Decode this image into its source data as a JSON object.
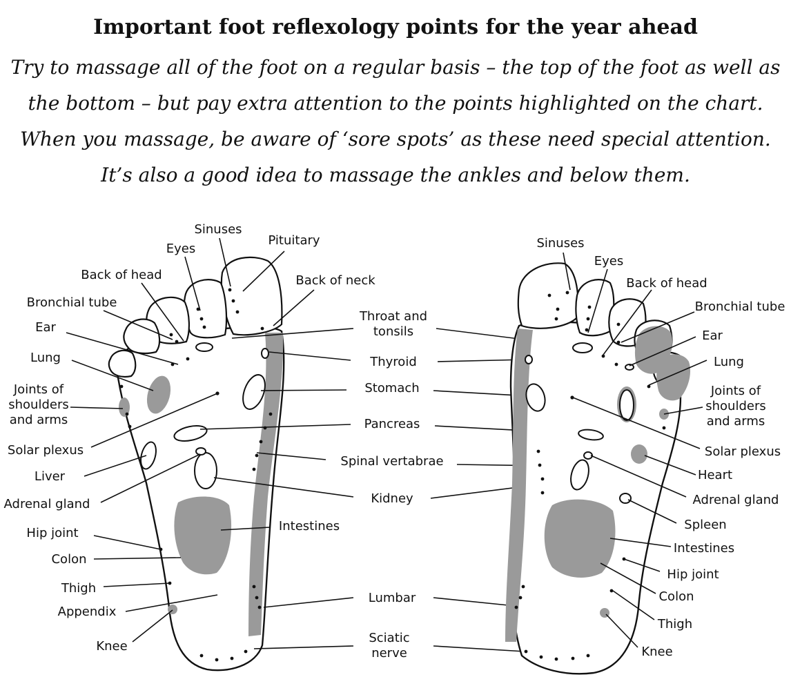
{
  "title": "Important foot reflexology points for the year ahead",
  "intro": {
    "line1": "Try to massage all of the foot on a regular basis – the top of the foot as well as",
    "line2": "the bottom – but pay extra attention to the points highlighted on the chart.",
    "line3": "When you massage, be aware of ‘sore spots’ as these need special attention.",
    "line4": "It’s also a good idea to massage the ankles and below them."
  },
  "left_foot_labels": {
    "sinuses": "Sinuses",
    "pituitary": "Pituitary",
    "eyes": "Eyes",
    "back_of_head": "Back of head",
    "back_of_neck": "Back of neck",
    "bronchial_tube": "Bronchial tube",
    "ear": "Ear",
    "lung": "Lung",
    "joints_1": "Joints of",
    "joints_2": "shoulders",
    "joints_3": "and arms",
    "solar_plexus": "Solar plexus",
    "liver": "Liver",
    "adrenal_gland": "Adrenal gland",
    "hip_joint": "Hip joint",
    "colon": "Colon",
    "thigh": "Thigh",
    "appendix": "Appendix",
    "knee": "Knee"
  },
  "center_labels": {
    "throat_1": "Throat and",
    "throat_2": "tonsils",
    "thyroid": "Thyroid",
    "stomach": "Stomach",
    "pancreas": "Pancreas",
    "spinal_vertebrae": "Spinal vertabrae",
    "kidney": "Kidney",
    "intestines": "Intestines",
    "lumbar": "Lumbar",
    "sciatic_1": "Sciatic",
    "sciatic_2": "nerve"
  },
  "right_foot_labels": {
    "sinuses": "Sinuses",
    "eyes": "Eyes",
    "back_of_head": "Back of head",
    "bronchial_tube": "Bronchial tube",
    "ear": "Ear",
    "lung": "Lung",
    "joints_1": "Joints of",
    "joints_2": "shoulders",
    "joints_3": "and arms",
    "solar_plexus": "Solar plexus",
    "heart": "Heart",
    "adrenal_gland": "Adrenal gland",
    "spleen": "Spleen",
    "intestines": "Intestines",
    "hip_joint": "Hip joint",
    "colon": "Colon",
    "thigh": "Thigh",
    "knee": "Knee"
  }
}
